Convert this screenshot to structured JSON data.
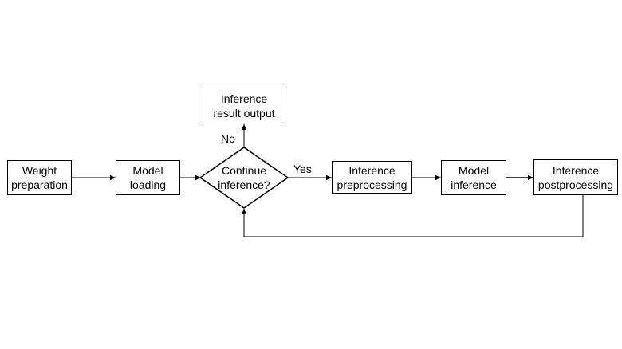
{
  "nodes": {
    "weight_preparation": {
      "line1": "Weight",
      "line2": "preparation"
    },
    "model_loading": {
      "line1": "Model",
      "line2": "loading"
    },
    "continue_inference": {
      "line1": "Continue",
      "line2": "inference?"
    },
    "inference_preprocessing": {
      "line1": "Inference",
      "line2": "preprocessing"
    },
    "model_inference": {
      "line1": "Model",
      "line2": "inference"
    },
    "inference_postprocessing": {
      "line1": "Inference",
      "line2": "postprocessing"
    },
    "inference_result_output": {
      "line1": "Inference",
      "line2": "result output"
    }
  },
  "edges": {
    "yes_label": "Yes",
    "no_label": "No"
  },
  "colors": {
    "stroke": "#000000",
    "background": "#ffffff"
  }
}
